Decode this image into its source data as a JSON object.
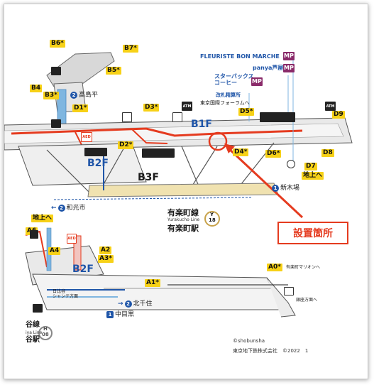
{
  "exits": {
    "b6": "B6*",
    "b7": "B7*",
    "b5": "B5*",
    "b4": "B4",
    "b3": "B3*",
    "d1": "D1*",
    "d3": "D3*",
    "d5": "D5*",
    "d9": "D9",
    "d2": "D2*",
    "d4": "D4*",
    "d6": "D6*",
    "d8": "D8",
    "d7": "D7",
    "a6": "A6",
    "a4": "A4",
    "a2": "A2",
    "a3": "A3*",
    "a1": "A1*",
    "a0": "A0*"
  },
  "labels": {
    "takashimadaira": "高島平",
    "wakoshi": "和光市",
    "shinkiba": "新木場",
    "kitasenju": "北千住",
    "nakameguro": "中目黒",
    "chijou_top": "地上へ",
    "chijou_left": "地上へ",
    "yurakucho_line_jp": "有楽町線",
    "yurakucho_line_en": "Yurakucho Line",
    "yurakucho_station": "有楽町駅",
    "station_code_letter": "Y",
    "station_code_num": "18",
    "hibiya_code_letter": "H",
    "hibiya_code_num": "08",
    "hibiya_line_fragment": "谷線",
    "hibiya_line_en_fragment": "iya Line",
    "hibiya_station_fragment": "谷駅",
    "mitsui_marion": "有楽町マリオンへ",
    "ginza_direction": "銀座方面へ",
    "hibiya_chanter": "日比谷\nシャンテ方面",
    "kikyo": "谷線",
    "fleuriste": "FLEURISTE BON MARCHE",
    "panya": "panya芦屋",
    "starbucks": "スターバックス\nコーヒー",
    "seisansho": "改札精算所",
    "forum": "東京国際フォーラムへ",
    "callout": "設置箇所",
    "copyright": "©shobunsha",
    "company": "東京地下鉄株式会社　©2022　1",
    "b1f": "B1F",
    "b2f_top": "B2F",
    "b3f": "B3F",
    "b2f_bottom": "B2F",
    "line_num_2": "2",
    "line_num_1": "1",
    "mp": "MP",
    "atm": "ATM",
    "aed": "AED"
  },
  "colors": {
    "accent_red": "#e53b1f",
    "line_blue": "#1f55a8",
    "exit_yellow": "#f7d117",
    "platform_gold": "#f0e2b0",
    "mp_purple": "#8a2b6a"
  }
}
